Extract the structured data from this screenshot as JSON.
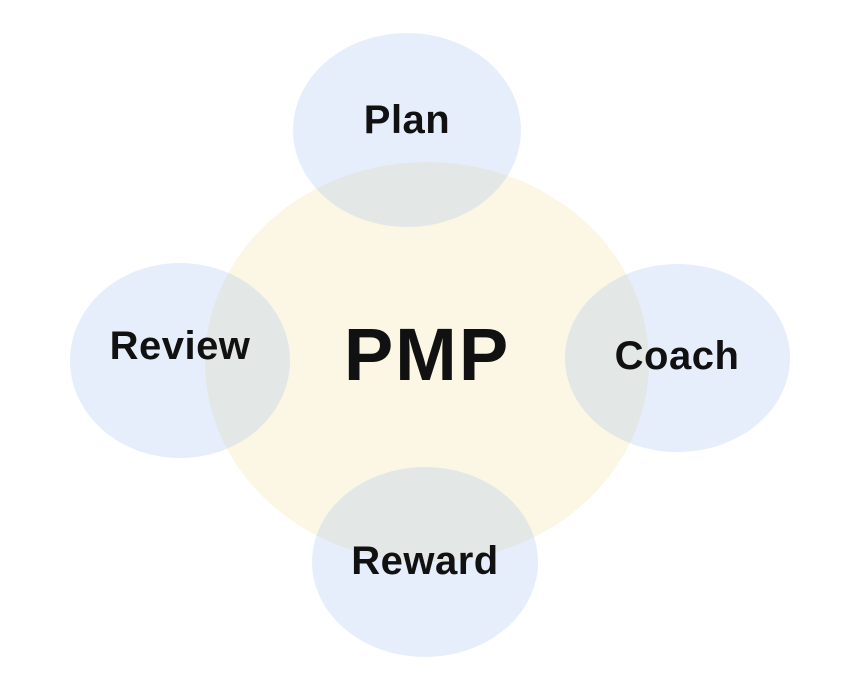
{
  "diagram": {
    "center": {
      "label": "PMP"
    },
    "nodes": [
      {
        "label": "Plan",
        "position": "top"
      },
      {
        "label": "Review",
        "position": "left"
      },
      {
        "label": "Coach",
        "position": "right"
      },
      {
        "label": "Reward",
        "position": "bottom"
      }
    ],
    "colors": {
      "background": "#FFFFFF",
      "center_circle_fill": "#FBF7E4",
      "node_circle_fill": "#8DB2ED",
      "node_circle_fill_rgba": "rgba(141,178,237,0.22)",
      "overlap_tint": "#E7EEE6",
      "label_color": "#111111"
    }
  }
}
